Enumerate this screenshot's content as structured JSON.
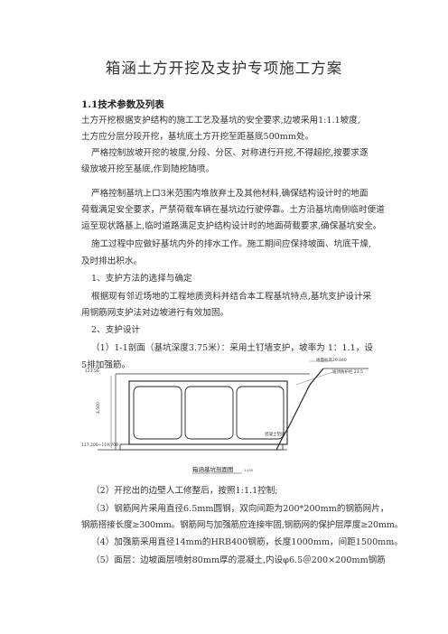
{
  "doc": {
    "title": "箱涵土方开挖及支护专项施工方案",
    "section_heading": "1.1技术参数及列表",
    "paragraphs": [
      "土方开挖根据支护结构的施工工艺及基坑的安全要求,边坡采用1:1.1坡度,",
      "土方应分层分段开挖，基坑底土方开挖至距基底500mm处。",
      "严格控制放坡开挖的坡度,分段、分区、对称进行开挖,不得超挖,按要求逐",
      "级放坡开挖至基底,作到随挖随喷。",
      "严格控制基坑上口3米范围内堆放弃土及其他材料,确保结构设计时的地面",
      "荷载满足安全要求，严禁荷载车辆在基坑边行驶停靠。土方沿基坑南侧临时便道",
      "运至现状路基上,临时道路满足支护结构设计时的地面荷载要求,确保基坑安全。",
      "施工过程中应做好基坑内外的排水工作。施工期间应保持坡面、坑底干燥,",
      "及时排出积水。",
      "1、支护方法的选择与确定",
      "根据现有邻近场地的工程地质资料并结合本工程基坑特点,基坑支护设计采",
      "用钢筋网支护法对边坡进行有效加固。",
      "2、支护设计",
      "（1）1-1剖面（基坑深度3.75米）：采用土钉墙支护，坡率为 1：1.1，设",
      "5排加强筋。",
      "（2）开挖出的边壁人工修整后，按照1:1.1控制;",
      "（3）钢筋网片采用直径6.5mm圆钢，双向间距为200*200mm的钢筋网片，",
      "钢筋搭接长度≥300mm。钢筋网与加强筋应连接牢固,钢筋网的保护层厚度≥20mm。",
      "（4）加强筋采用直径14mm的HRB400钢筋，长度1000mm，间距1500mm。",
      "（5）面层：边坡面层喷射80mm厚的混凝土,内设φ6.5＠200×200mm钢筋"
    ]
  },
  "figure": {
    "caption": "箱涵基坑剖面图",
    "scale": "1:100",
    "labels": {
      "top_elev": "地面标高29.040",
      "right_note": "坡顶防护栏 23.5",
      "left_top": "123.56",
      "left_bottom": "117.200~119.700",
      "bottom_note": "混凝土垫层",
      "depth": "4,500"
    }
  }
}
